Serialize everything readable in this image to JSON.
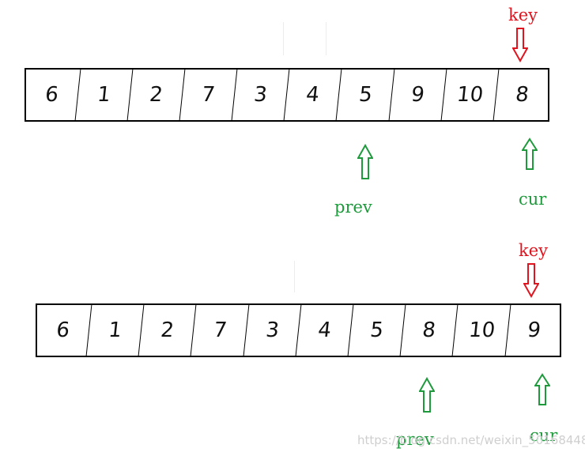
{
  "diagrams": [
    {
      "cells": [
        "6",
        "1",
        "2",
        "7",
        "3",
        "4",
        "5",
        "9",
        "10",
        "8"
      ],
      "key_label": "key",
      "prev_label": "prev",
      "cur_label": "cur"
    },
    {
      "cells": [
        "6",
        "1",
        "2",
        "7",
        "3",
        "4",
        "5",
        "8",
        "10",
        "9"
      ],
      "key_label": "key",
      "prev_label": "prev",
      "cur_label": "cur"
    }
  ],
  "watermark": "https://blog.csdn.net/weixin_50168448",
  "colors": {
    "key": "#e0141e",
    "pointer": "#1e9a3c",
    "border": "#000000"
  }
}
